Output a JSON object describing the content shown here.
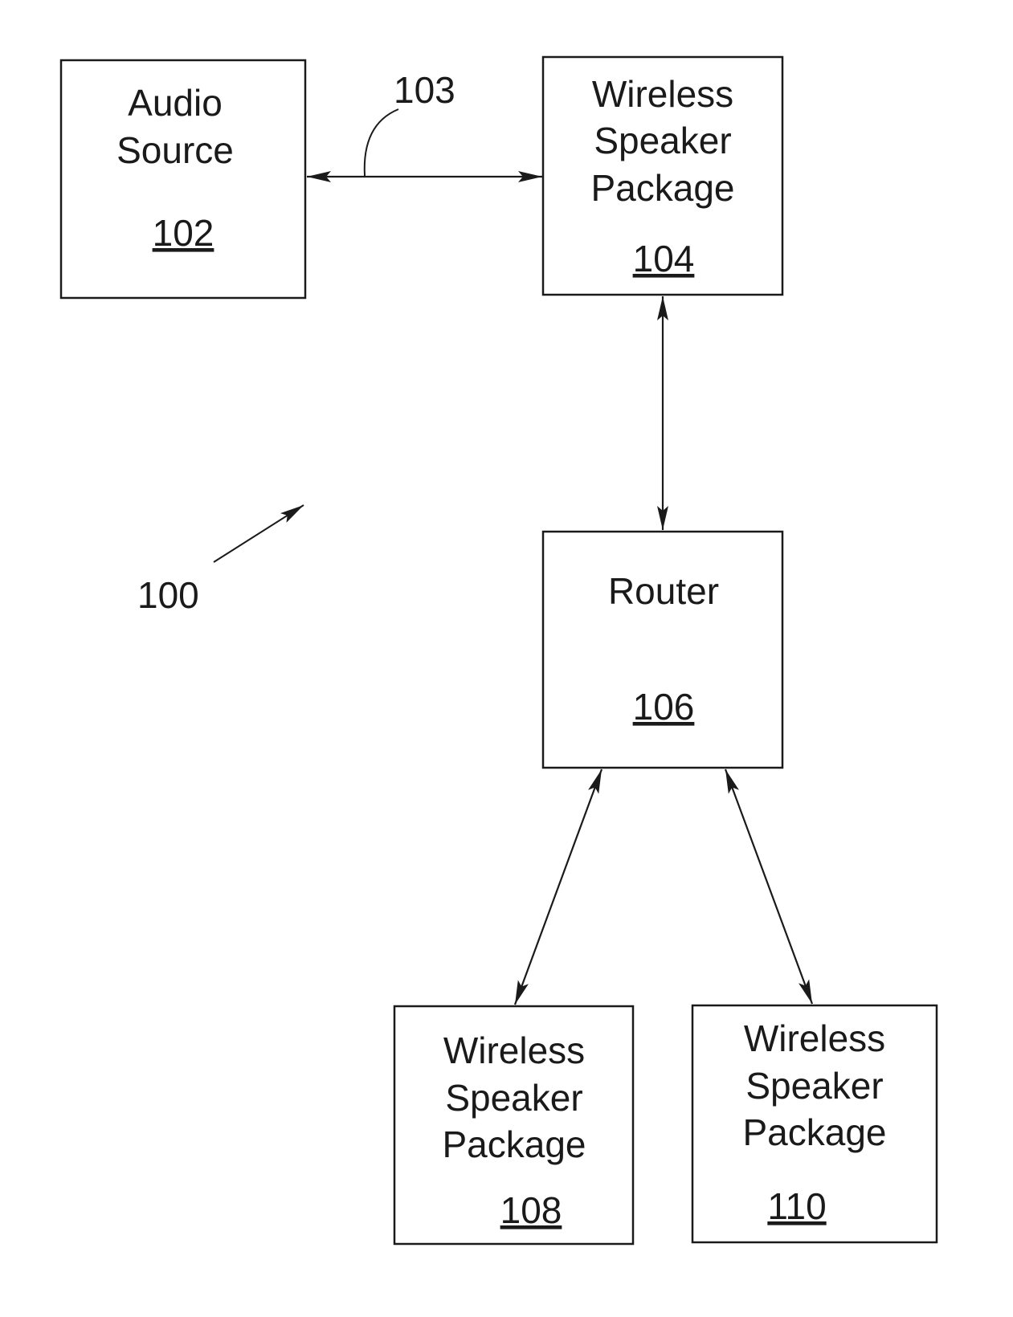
{
  "figure_label": "100",
  "connection_label": "103",
  "boxes": {
    "audio_source": {
      "lines": [
        "Audio",
        "Source"
      ],
      "ref": "102"
    },
    "speaker_104": {
      "lines": [
        "Wireless",
        "Speaker",
        "Package"
      ],
      "ref": "104"
    },
    "router": {
      "lines": [
        "Router"
      ],
      "ref": "106"
    },
    "speaker_108": {
      "lines": [
        "Wireless",
        "Speaker",
        "Package"
      ],
      "ref": "108"
    },
    "speaker_110": {
      "lines": [
        "Wireless",
        "Speaker",
        "Package"
      ],
      "ref": "110"
    }
  },
  "connections": [
    {
      "from": "audio_source",
      "to": "speaker_104",
      "bidirectional": true,
      "label": "103"
    },
    {
      "from": "speaker_104",
      "to": "router",
      "bidirectional": true
    },
    {
      "from": "router",
      "to": "speaker_108",
      "bidirectional": true
    },
    {
      "from": "router",
      "to": "speaker_110",
      "bidirectional": true
    }
  ],
  "colors": {
    "ink": "#1a1a1a",
    "background": "#ffffff"
  }
}
